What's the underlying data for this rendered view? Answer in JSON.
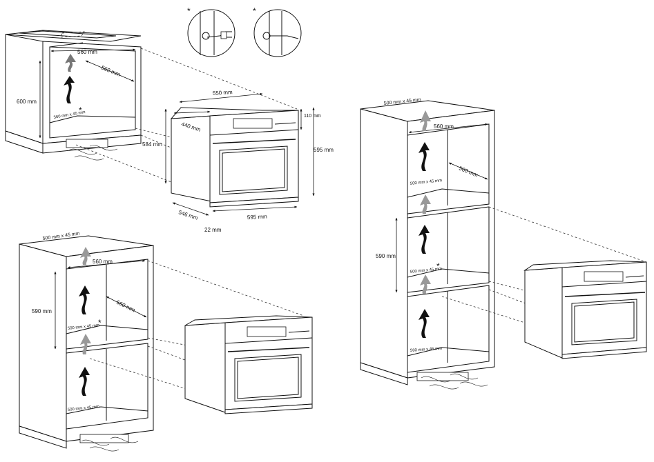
{
  "diagram": {
    "asterisk": "*",
    "top_left_cabinet": {
      "width_label": "560 mm",
      "depth_label": "560 mm",
      "height_label": "600 mm",
      "vent_label": "560 mm x 45 mm"
    },
    "oven_dimensions": {
      "top_width": "550 mm",
      "depth_top": "440 mm",
      "height_body": "584 mm",
      "panel_height": "110 mm",
      "total_height": "595 mm",
      "front_width": "595 mm",
      "depth_bottom": "546 mm",
      "door_thickness": "22 mm"
    },
    "bottom_left_column": {
      "top_vent": "500 mm x 45 mm",
      "width_label": "560 mm",
      "depth_label": "560 mm",
      "height_label": "590 mm",
      "vent_label_1": "500 mm x 45 mm",
      "vent_label_2": "500 mm x 45 mm"
    },
    "right_column": {
      "top_vent": "500 mm x 45 mm",
      "width_label": "560 mm",
      "depth_label": "560 mm",
      "height_label": "590 mm",
      "vent_label_1": "500 mm x 45 mm",
      "vent_label_2": "500 mm x 45 mm",
      "vent_label_3": "560 mm x 45 mm"
    }
  }
}
